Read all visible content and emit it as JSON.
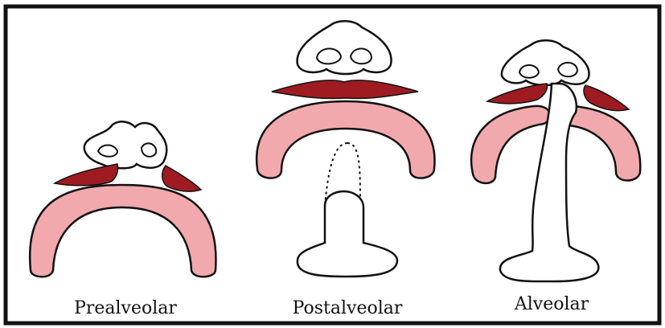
{
  "diagram": {
    "panels": [
      {
        "id": "prealveolar",
        "label": "Prealveolar"
      },
      {
        "id": "postalveolar",
        "label": "Postalveolar"
      },
      {
        "id": "alveolar",
        "label": "Alveolar"
      }
    ],
    "colors": {
      "frame": "#111111",
      "alveolar_ridge": "#f2a9ad",
      "lip": "#9e1b22",
      "outline": "#111111",
      "background": "#ffffff"
    }
  }
}
